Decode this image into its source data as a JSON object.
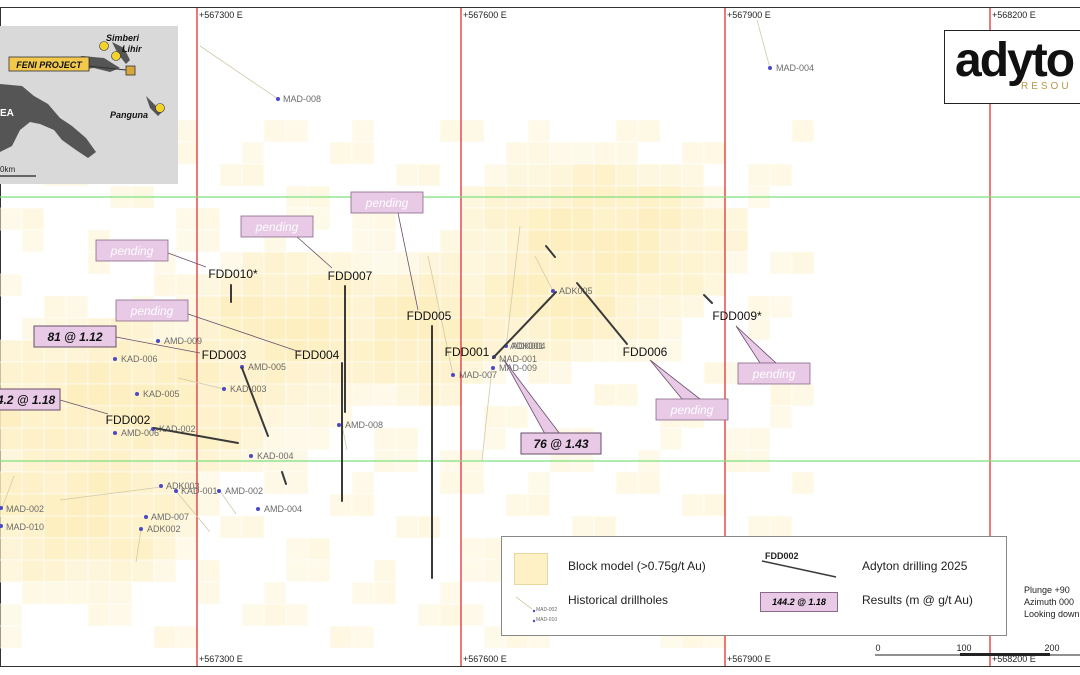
{
  "grid": {
    "top_labels": [
      "+567300 E",
      "+567600 E",
      "+567900 E",
      "+568200 E"
    ],
    "bottom_labels": [
      "+567300 E",
      "+567600 E",
      "+567900 E",
      "+568200 E"
    ]
  },
  "inset": {
    "places": [
      "Simberi",
      "Lihir",
      "Panguna",
      "EA"
    ],
    "project_label": "FENI PROJECT",
    "scale_label": "0km"
  },
  "logo": {
    "main": "adyto",
    "sub": "RESOU"
  },
  "historical_holes": [
    {
      "label": "MAD-008"
    },
    {
      "label": "MAD-004"
    },
    {
      "label": "AMD-009"
    },
    {
      "label": "KAD-006"
    },
    {
      "label": "AMD-005"
    },
    {
      "label": "KAD-003"
    },
    {
      "label": "KAD-005"
    },
    {
      "label": "AMD-006"
    },
    {
      "label": "KAD-002"
    },
    {
      "label": "KAD-004"
    },
    {
      "label": "AMD-008"
    },
    {
      "label": "ADK003"
    },
    {
      "label": "KAD-001"
    },
    {
      "label": "AMD-002"
    },
    {
      "label": "AMD-004"
    },
    {
      "label": "AMD-007"
    },
    {
      "label": "ADK002"
    },
    {
      "label": "MAD-002"
    },
    {
      "label": "MAD-010"
    },
    {
      "label": "ADK005"
    },
    {
      "label": "ADK004"
    },
    {
      "label": "MAD-001"
    },
    {
      "label": "MAD-009"
    },
    {
      "label": "MAD-007"
    },
    {
      "label": "ADK001"
    }
  ],
  "adyton_holes": [
    {
      "label": "FDD010*"
    },
    {
      "label": "FDD007"
    },
    {
      "label": "FDD005"
    },
    {
      "label": "FDD003"
    },
    {
      "label": "FDD004"
    },
    {
      "label": "FDD001"
    },
    {
      "label": "FDD006"
    },
    {
      "label": "FDD009*"
    },
    {
      "label": "FDD002"
    }
  ],
  "callouts": [
    {
      "text": "pending"
    },
    {
      "text": "pending"
    },
    {
      "text": "pending"
    },
    {
      "text": "pending"
    },
    {
      "text": "pending"
    },
    {
      "text": "pending"
    },
    {
      "text": "81 @ 1.12"
    },
    {
      "text": "4.2 @ 1.18"
    },
    {
      "text": "76 @ 1.43"
    }
  ],
  "legend": {
    "block_model": "Block model (>0.75g/t Au)",
    "adyton_drilling": "Adyton drilling 2025",
    "historical": "Historical drillholes",
    "results": "Results (m @ g/t Au)",
    "sample_hole": "FDD002",
    "sample_result": "144.2 @ 1.18",
    "sample_hist": [
      "MAD-002",
      "MAD-010"
    ]
  },
  "view": {
    "plunge": "Plunge +90",
    "azimuth": "Azimuth 000",
    "looking": "Looking down"
  },
  "scale_bar": {
    "labels": [
      "0",
      "100",
      "200"
    ]
  },
  "colors": {
    "grid_red": "#e02020",
    "grid_green": "#7ee07e",
    "callout": "#e8c9e6",
    "block": "#fff1c6",
    "hole_dot": "#4848c8"
  }
}
